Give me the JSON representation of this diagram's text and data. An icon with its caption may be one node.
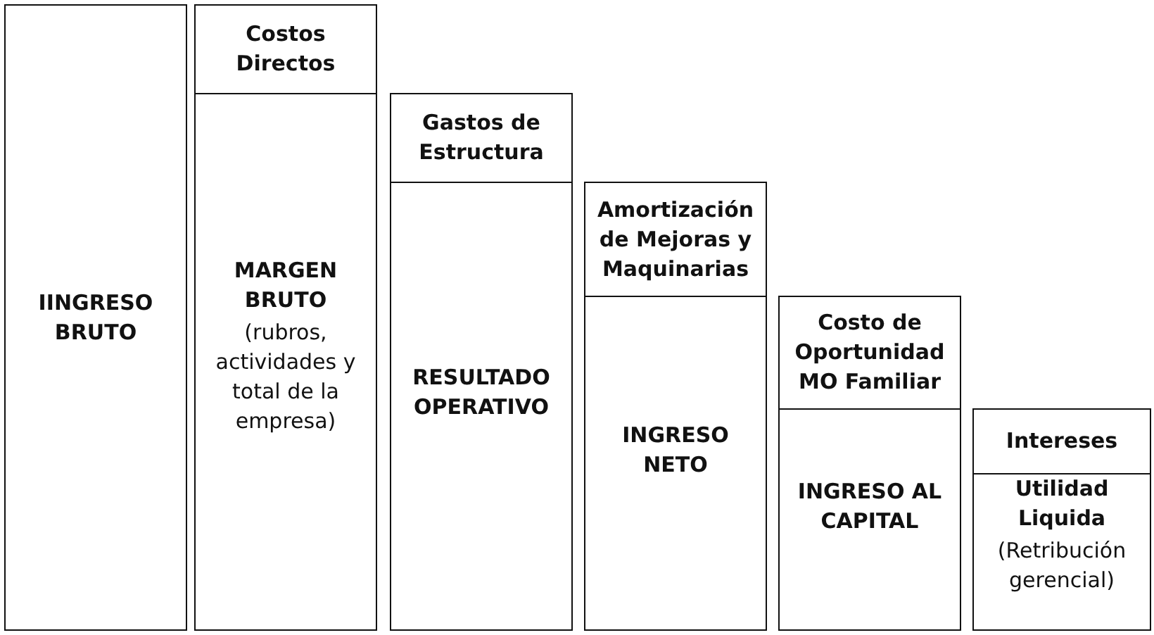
{
  "diagram": {
    "nodes": [
      {
        "text": [
          "IINGRESO BRUTO"
        ]
      },
      {
        "text": [
          "Costos Directos"
        ]
      },
      {
        "text": [
          "MARGEN BRUTO",
          "(rubros, actividades y total de la empresa)"
        ]
      },
      {
        "text": [
          "Gastos de Estructura"
        ]
      },
      {
        "text": [
          "RESULTADO OPERATIVO"
        ]
      },
      {
        "text": [
          "Amortización de Mejoras y Maquinarias"
        ]
      },
      {
        "text": [
          "INGRESO NETO"
        ]
      },
      {
        "text": [
          "Costo de Oportunidad MO Familiar"
        ]
      },
      {
        "text": [
          "INGRESO AL CAPITAL"
        ]
      },
      {
        "text": [
          "Intereses"
        ]
      },
      {
        "text": [
          "Utilidad Liquida",
          "(Retribución gerencial)"
        ]
      }
    ]
  }
}
